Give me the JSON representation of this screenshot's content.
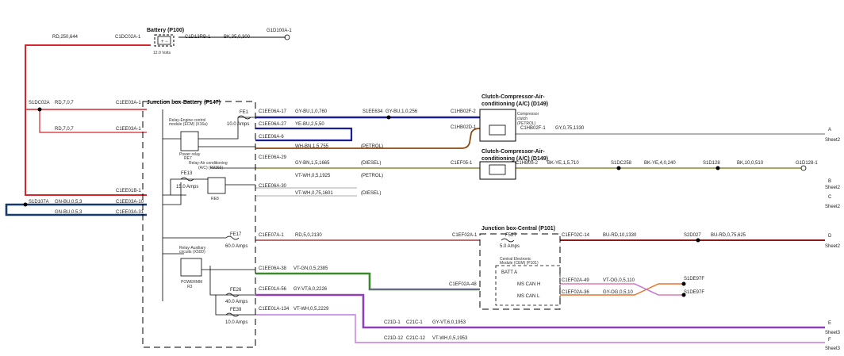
{
  "colors": {
    "red": "#d6262b",
    "blue": "#1b1f96",
    "navy": "#153a6b",
    "brown": "#8a4a12",
    "olive": "#8a8a33",
    "gray": "#9a9a9a",
    "darkred": "#8b1a1a",
    "green": "#3a8a2a",
    "slate": "#6a6a8a",
    "purple": "#8f3fb8",
    "lilac": "#c07be0",
    "pink": "#e07ab0",
    "orange": "#e8742a",
    "black": "#000000"
  },
  "components": {
    "battery": {
      "title": "Battery (P100)",
      "volts": "12.0 Volts"
    },
    "junction_battery": {
      "title": "Junction box-Battery (P147)"
    },
    "compressor1": {
      "title1": "Clutch-Compressor-Air-",
      "title2": "conditioning (A/C) (D149)",
      "sub1": "Compressor",
      "sub2": "clutch",
      "sub3": "(PETROL)"
    },
    "compressor2": {
      "title1": "Clutch-Compressor-Air-",
      "title2": "conditioning (A/C) (D149)"
    },
    "junction_central": {
      "title": "Junction box-Central (P101)"
    },
    "ecm": {
      "title1": "Central Electronic",
      "title2": "Module (CEM) (P101)",
      "battery": "BATT A",
      "hs": "MS CAN H",
      "ms": "MS CAN L"
    },
    "relay_engine": {
      "l1": "Relay-Engine control",
      "l2": "module (ECM) (X16a)",
      "l3": "Power relay",
      "code": "RE7"
    },
    "relay_ac": {
      "l1": "Relay-Air conditioning",
      "l2": "(A/C) (R9366)",
      "code": "RE8"
    },
    "relay_aux": {
      "l1": "Relay-Auxiliary",
      "l2": "circuits (X50D)",
      "code": "R3",
      "code2": "POWERMM"
    }
  },
  "fuses": {
    "fe1": {
      "name": "FE1",
      "rating": "10.0 Amps"
    },
    "fe13": {
      "name": "FE13",
      "rating": "15.0 Amps"
    },
    "fe17": {
      "name": "FE17",
      "rating": "60.0 Amps"
    },
    "fe26": {
      "name": "FE26",
      "rating": "40.0 Amps"
    },
    "fe39": {
      "name": "FE39",
      "rating": "10.0 Amps"
    },
    "f52": {
      "name": "F52T",
      "rating": "5.0 Amps"
    }
  },
  "labels": {
    "w1": "RD,250,644",
    "c1": "C1DC02A-1",
    "c2": "C1D13RB-1",
    "w2": "BK,35,0,300",
    "g1": "G1D100A-1",
    "s1": "S1DC02A",
    "w3": "RD,7,0,7",
    "c3": "C1EE03A-1",
    "w4": "RD,7,0,7",
    "c4": "C1EE03A-1",
    "c5": "C1EE01B-1",
    "s2": "S1D107A",
    "w5": "GN-BU,0,5,3",
    "c6": "C1EE03A-10",
    "w6": "GN-BU,0,5,3",
    "c7": "C1EE03A-31",
    "c8": "C1EE06A-17",
    "w7": "GY-BU,1,0,760",
    "s3": "S1EE634",
    "w8": "GY-BU,1,0,256",
    "c9": "C1HB02F-2",
    "c10": "C1EE06A-27",
    "w9": "YE-BU,2,5,50",
    "c11": "C1EE06A-6",
    "c12": "C1HB02D-1",
    "c13": "C1HB02F-1",
    "w10": "GY,0,75,1330",
    "w11": "WH-BN,1,5,755",
    "p1": "(PETROL)",
    "c14": "C1EE06A-29",
    "w12": "GY-BN,1,5,1665",
    "p2": "(DIESEL)",
    "c15": "C1EF05-1",
    "c16": "C1HB05-2",
    "w13": "BK-YE,1,5,710",
    "s4": "S1DC258",
    "w14": "BK-YE,4,0,240",
    "s5": "S1D128",
    "w15": "BK,10,0,510",
    "g2": "G1D128-1",
    "c17": "C1EE06A-30",
    "w16": "VT-WH,0,5,1925",
    "p3": "(PETROL)",
    "w17": "VT-WH,0,75,1601",
    "p4": "(DIESEL)",
    "c18": "C1EE07A-1",
    "w18": "RD,5,0,2130",
    "c19": "C1EF02A-1",
    "c20": "C1EF02C-14",
    "w19": "BU-RD,10,1330",
    "s6": "S2D027",
    "w20": "BU-RD,0,75,625",
    "c21": "C1EE06A-38",
    "w21": "VT-GN,0,5,2385",
    "c22": "C1EF02A-48",
    "c23": "C1EF02A-49",
    "w22": "VT-OG,0,5,110",
    "s7": "S1DE97F",
    "c24": "C1EF02A-36",
    "w23": "GY-OG,0,5,10",
    "s8": "S1DE97F",
    "c25": "C1EE01A-56",
    "w24": "GY-VT,6,0,2226",
    "c26": "C1EE01A-134",
    "w25": "VT-WH,0,5,2229",
    "c27": "C21D-1",
    "c28": "C21C-1",
    "w26": "GY-VT,6,0,1953",
    "c29": "C21D-12",
    "c30": "C21C-12",
    "w27": "VT-WH,0,5,1953"
  },
  "sheets": {
    "a": {
      "letter": "A",
      "sheet": "Sheet2"
    },
    "b": {
      "letter": "B",
      "sheet": "Sheet2"
    },
    "c": {
      "letter": "C",
      "sheet": "Sheet2"
    },
    "d": {
      "letter": "D",
      "sheet": "Sheet2"
    },
    "e": {
      "letter": "E",
      "sheet": "Sheet3"
    },
    "f": {
      "letter": "F",
      "sheet": "Sheet3"
    }
  }
}
